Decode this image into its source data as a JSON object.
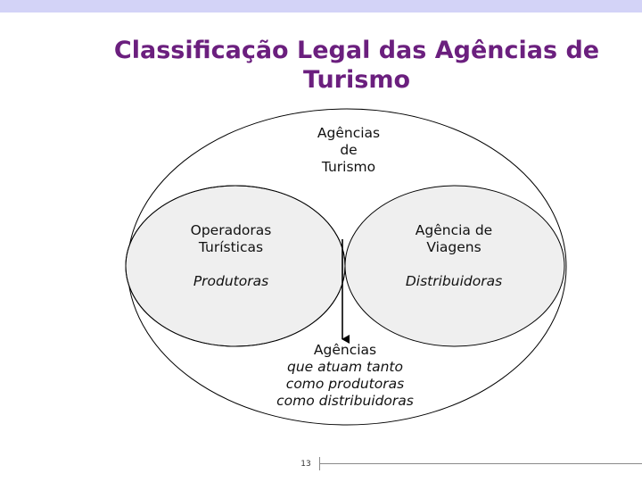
{
  "colors": {
    "top_bar": "#d3d3f7",
    "title": "#6b1f7e",
    "ellipse_fill": "#efefef",
    "intersection_fill": "#e2e2e2",
    "outline": "#000000"
  },
  "slide": {
    "title_line1": "Classificação Legal das Agências de",
    "title_line2": "Turismo",
    "page_number": "13"
  },
  "diagram": {
    "outer": {
      "line1": "Agências",
      "line2": "de",
      "line3": "Turismo"
    },
    "left": {
      "line1": "Operadoras",
      "line2": "Turísticas",
      "role": "Produtoras"
    },
    "right": {
      "line1": "Agência de",
      "line2": "Viagens",
      "role": "Distribuidoras"
    },
    "overlap": {
      "line1": "Agências",
      "line2": "que atuam tanto",
      "line3": "como produtoras",
      "line4": "como distribuidoras"
    }
  }
}
